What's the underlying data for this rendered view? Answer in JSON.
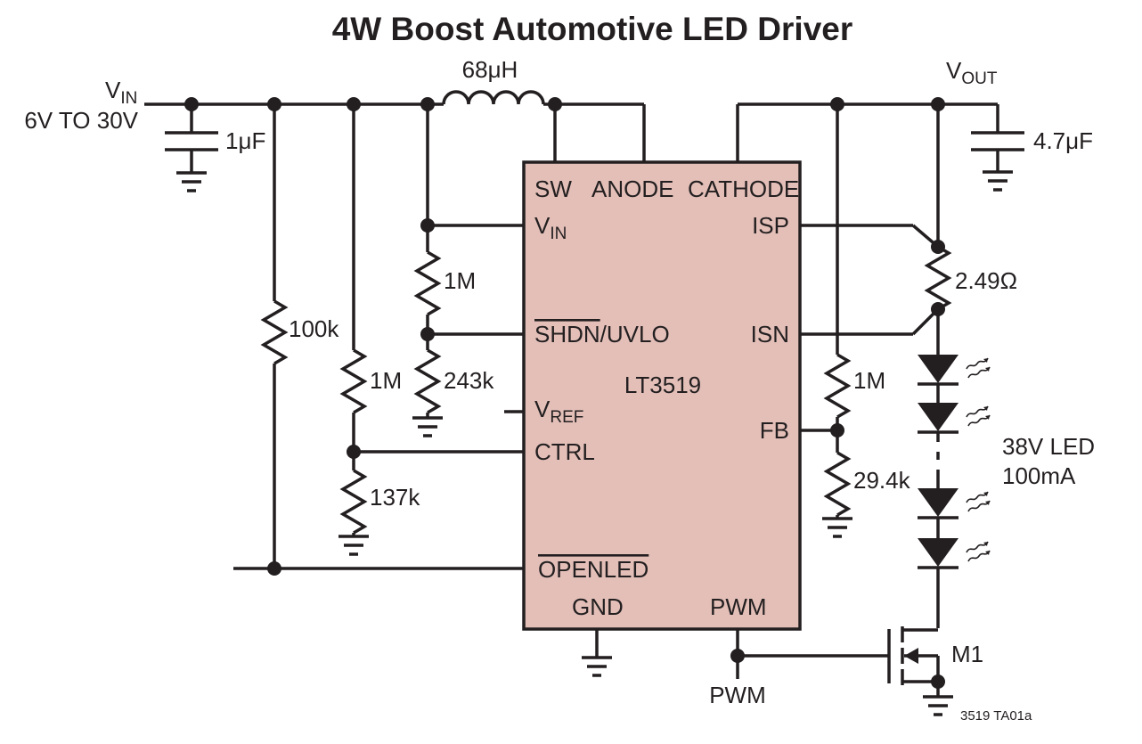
{
  "title": "4W Boost Automotive LED Driver",
  "ic": {
    "part": "LT3519",
    "pins": {
      "sw": "SW",
      "anode": "ANODE",
      "cathode": "CATHODE",
      "vin_main": "V",
      "vin_sub": "IN",
      "isp": "ISP",
      "shdn": "SHDN",
      "uvlo": "/UVLO",
      "isn": "ISN",
      "vref_main": "V",
      "vref_sub": "REF",
      "fb": "FB",
      "ctrl": "CTRL",
      "openled": "OPENLED",
      "gnd": "GND",
      "pwm": "PWM"
    },
    "fill_color": "#e3bfb8"
  },
  "labels": {
    "vin_main": "V",
    "vin_sub": "IN",
    "vin_range": "6V TO 30V",
    "vout_main": "V",
    "vout_sub": "OUT",
    "inductor": "68μH",
    "c_in": "1μF",
    "c_out": "4.7μF",
    "r_100k": "100k",
    "r_1m_ctrl": "1M",
    "r_137k": "137k",
    "r_1m_uvlo": "1M",
    "r_243k": "243k",
    "r_sense": "2.49Ω",
    "r_1m_fb": "1M",
    "r_29k": "29.4k",
    "led_spec_1": "38V LED",
    "led_spec_2": "100mA",
    "mosfet": "M1",
    "pwm_input": "PWM",
    "figure_id": "3519 TA01a"
  }
}
